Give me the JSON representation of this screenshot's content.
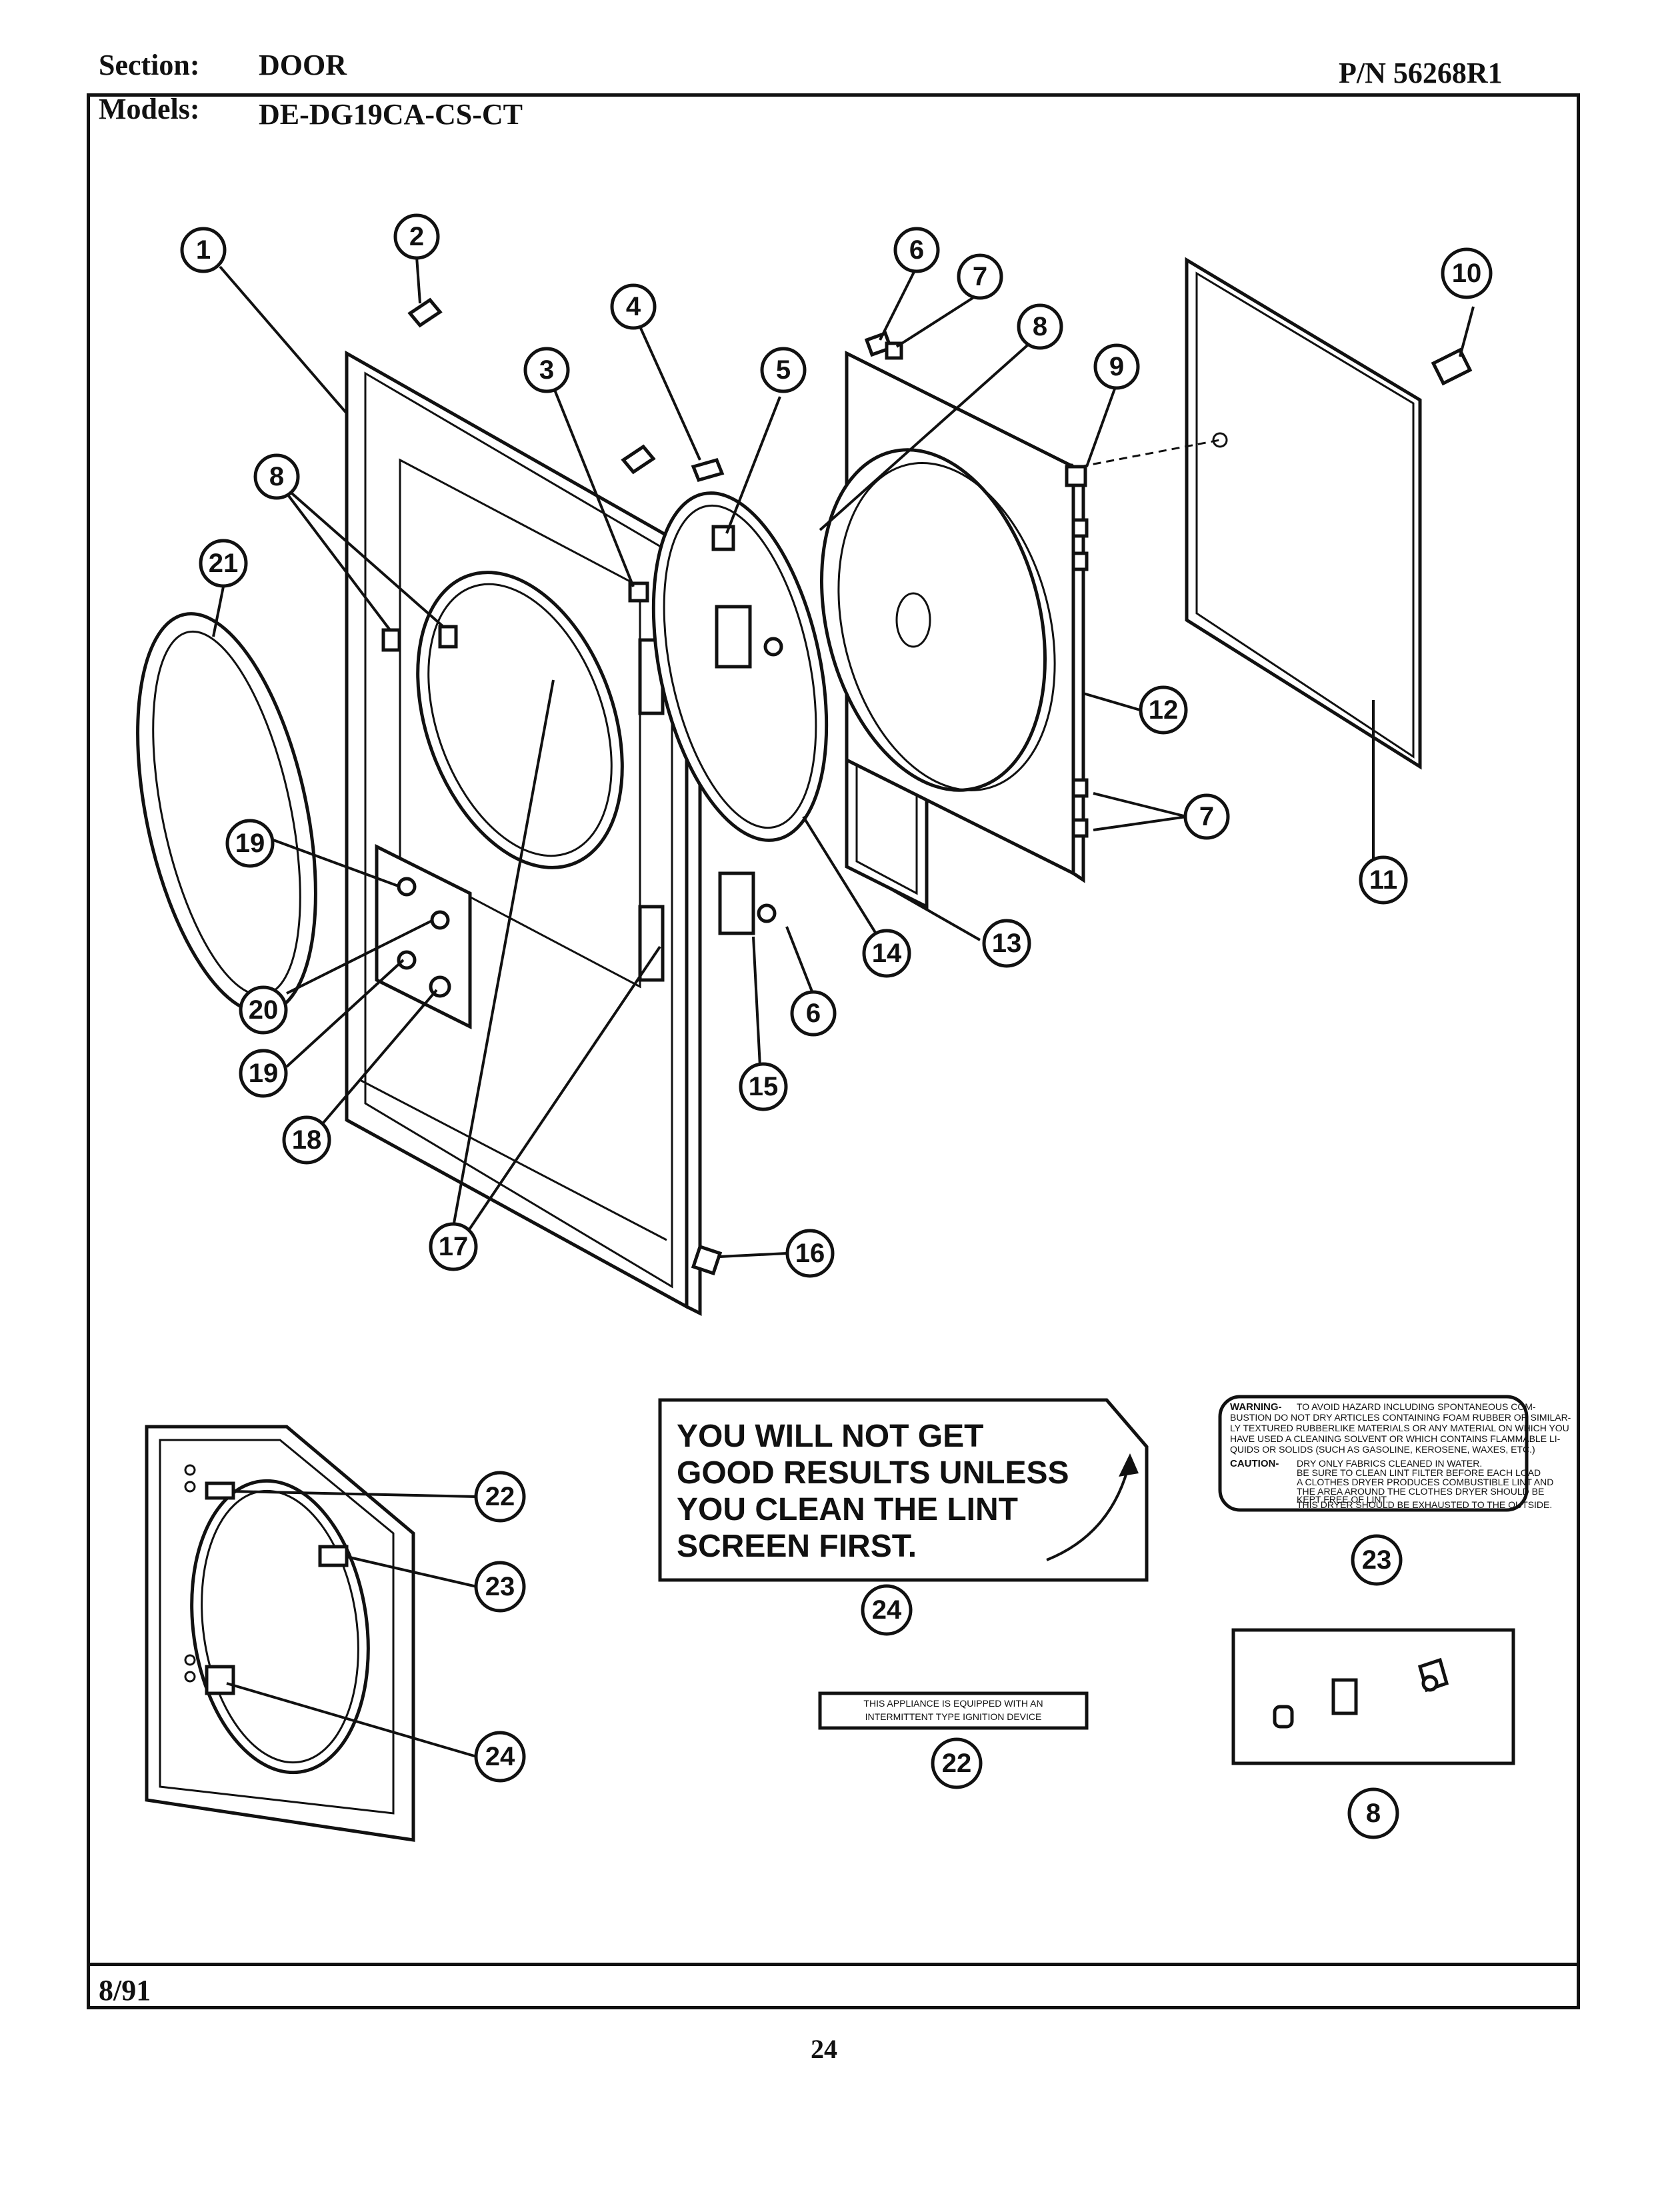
{
  "header": {
    "section_label": "Section:",
    "section_value": "DOOR",
    "models_label": "Models:",
    "models_value": "DE-DG19CA-CS-CT",
    "part_number": "P/N 56268R1"
  },
  "footer": {
    "date": "8/91",
    "page_number": "24"
  },
  "callouts": [
    "1",
    "2",
    "3",
    "4",
    "5",
    "6",
    "7",
    "8",
    "9",
    "10",
    "11",
    "12",
    "13",
    "14",
    "15",
    "16",
    "17",
    "18",
    "19",
    "20",
    "21",
    "22",
    "23",
    "24"
  ],
  "decal_24": {
    "lines": [
      "YOU WILL NOT GET",
      "GOOD RESULTS UNLESS",
      "YOU CLEAN THE LINT",
      "SCREEN FIRST."
    ]
  },
  "decal_22": {
    "lines": [
      "THIS APPLIANCE IS EQUIPPED WITH AN",
      "INTERMITTENT TYPE IGNITION DEVICE"
    ]
  },
  "decal_23": {
    "warning_label": "WARNING-",
    "warning_lines": [
      "TO AVOID HAZARD INCLUDING SPONTANEOUS COM-",
      "BUSTION DO NOT DRY ARTICLES CONTAINING FOAM RUBBER OR SIMILAR-",
      "LY TEXTURED RUBBERLIKE MATERIALS OR ANY MATERIAL ON WHICH YOU",
      "HAVE USED A CLEANING SOLVENT OR WHICH CONTAINS FLAMMABLE LI-",
      "QUIDS OR SOLIDS (SUCH AS GASOLINE, KEROSENE, WAXES, ETC.)"
    ],
    "caution_label": "CAUTION-",
    "caution_lines": [
      "DRY ONLY FABRICS CLEANED IN WATER.",
      "BE SURE TO CLEAN LINT FILTER BEFORE EACH LOAD",
      "A CLOTHES DRYER PRODUCES COMBUSTIBLE LINT AND",
      "THE AREA AROUND THE CLOTHES DRYER SHOULD BE",
      "KEPT FREE OF LINT.",
      "THIS DRYER SHOULD BE EXHAUSTED TO THE OUTSIDE."
    ]
  }
}
